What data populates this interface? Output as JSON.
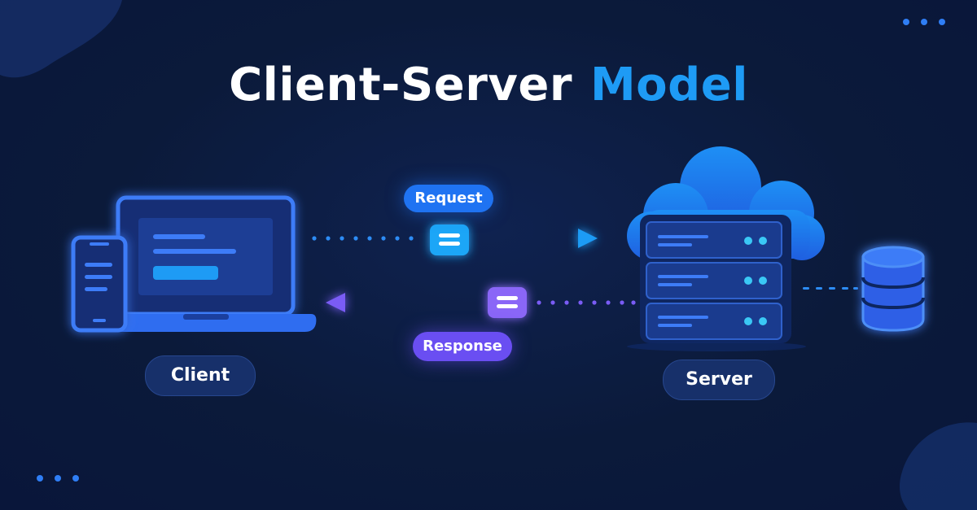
{
  "title": {
    "part1": "Client-Server",
    "part2": "Model"
  },
  "labels": {
    "request": "Request",
    "response": "Response",
    "client": "Client",
    "server": "Server"
  },
  "colors": {
    "background": "#0b1a3a",
    "accent_blue": "#1e9bf5",
    "request_blue": "#1f73f2",
    "response_purple": "#6a4ef2",
    "device_blue": "#2f6df0"
  },
  "icons": [
    "laptop-icon",
    "phone-icon",
    "cloud-icon",
    "server-rack-icon",
    "database-icon",
    "message-icon"
  ]
}
